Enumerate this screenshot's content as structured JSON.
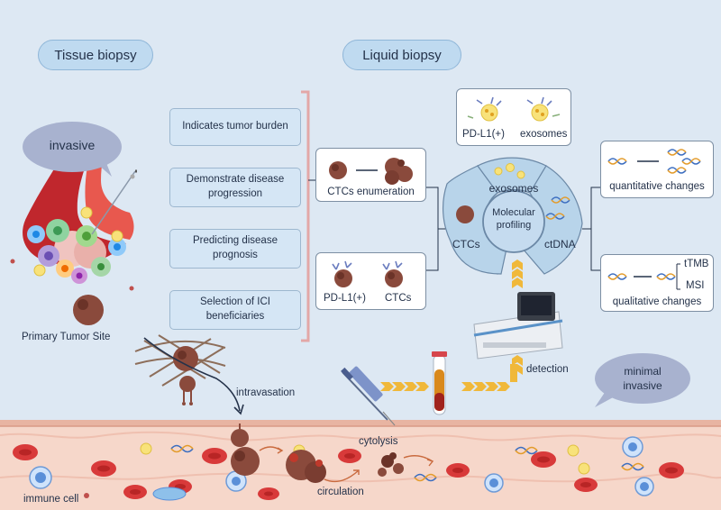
{
  "headers": {
    "tissue_biopsy": "Tissue biopsy",
    "liquid_biopsy": "Liquid biopsy"
  },
  "bubbles": {
    "invasive": "invasive",
    "minimal_invasive": "minimal\ninvasive"
  },
  "tissue_items": [
    "Indicates tumor burden",
    "Demonstrate disease\nprogression",
    "Predicting disease\nprognosis",
    "Selection of ICI\nbeneficiaries"
  ],
  "liquid_boxes": {
    "ctc_enumeration": "CTCs enumeration",
    "pdl1_ctcs_left": "PD-L1(+)",
    "pdl1_ctcs_right": "CTCs",
    "pdl1_exosomes_left": "PD-L1(+)",
    "pdl1_exosomes_right": "exosomes"
  },
  "profiling": {
    "center": "Molecular\nprofiling",
    "exosomes": "exosomes",
    "ctcs": "CTCs",
    "ctdna": "ctDNA"
  },
  "changes": {
    "quantitative": "quantitative changes",
    "qualitative": "qualitative changes",
    "ttmb": "tTMB",
    "msi": "MSI"
  },
  "labels": {
    "primary_tumor_site": "Primary Tumor Site",
    "intravasation": "intravasation",
    "detection": "detection",
    "cytolysis": "cytolysis",
    "circulation": "circulation",
    "immune_cell": "immune cell"
  },
  "colors": {
    "background": "#dde8f3",
    "pill": "#bfdaf0",
    "box": "#d5e6f5",
    "bracket": "#e3a7a7",
    "vessel": "#f5d3c6",
    "rbc": "#d83a3a",
    "tumor": "#8a4a3c",
    "arrow": "#f0b83a",
    "bubble": "#a8b2cf"
  }
}
